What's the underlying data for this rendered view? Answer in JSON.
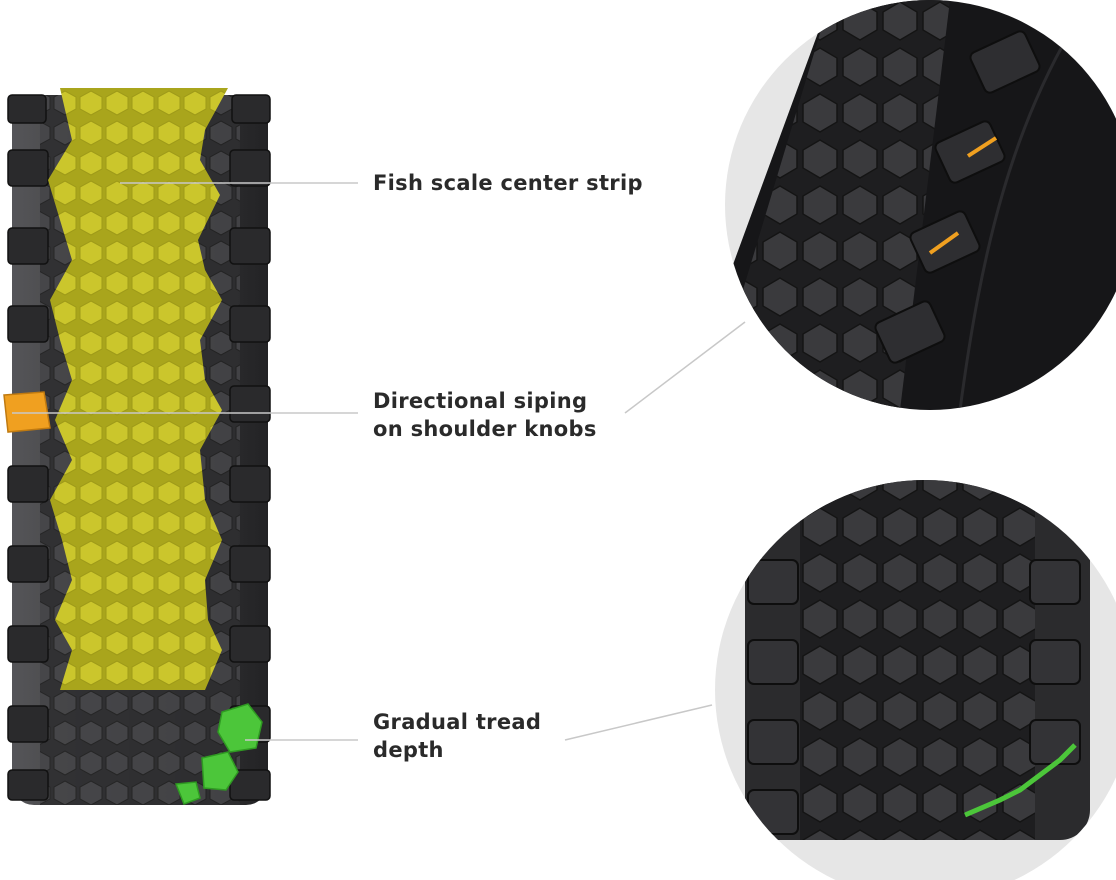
{
  "callouts": [
    {
      "label_lines": [
        "Fish scale center strip"
      ]
    },
    {
      "label_lines": [
        "Directional siping",
        "on shoulder knobs"
      ]
    },
    {
      "label_lines": [
        "Gradual tread",
        "depth"
      ]
    }
  ],
  "colors": {
    "center_strip": "#c9c42a",
    "siping_highlight": "#f0a020",
    "tread_depth_highlight": "#4cc63a",
    "tire_rubber": "#3a3a3c",
    "detail_circle_bg": "#e6e6e6",
    "leader_line": "#c8c8c8",
    "label_text": "#2a2a2a"
  }
}
